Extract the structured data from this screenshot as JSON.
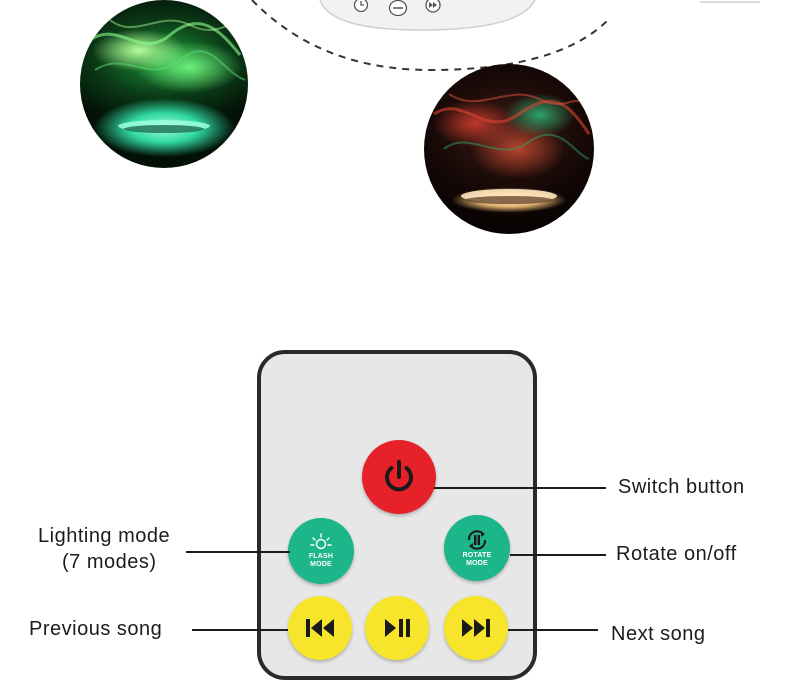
{
  "device": {
    "icons": [
      "clock-icon",
      "minus-icon",
      "fast-forward-icon"
    ]
  },
  "photos": [
    {
      "name": "green-projection-photo",
      "tone": "#1f9a3a"
    },
    {
      "name": "red-projection-photo",
      "tone": "#c0392b"
    }
  ],
  "remote": {
    "buttons": {
      "power": {
        "icon": "power-icon",
        "color": "#e62129"
      },
      "flash": {
        "icon": "sun-icon",
        "line1": "FLASH",
        "line2": "MODE",
        "color": "#1db58a"
      },
      "rotate": {
        "icon": "rotate-icon",
        "line1": "ROTATE",
        "line2": "MODE",
        "color": "#1db58a"
      },
      "prev": {
        "icon": "previous-track-icon",
        "color": "#f6e52a"
      },
      "play": {
        "icon": "play-pause-icon",
        "color": "#f6e52a"
      },
      "next": {
        "icon": "next-track-icon",
        "color": "#f6e52a"
      }
    }
  },
  "labels": {
    "switch": "Switch button",
    "lighting_line1": "Lighting mode",
    "lighting_line2": "(7 modes)",
    "rotate": "Rotate on/off",
    "prev": "Previous song",
    "next": "Next song"
  }
}
